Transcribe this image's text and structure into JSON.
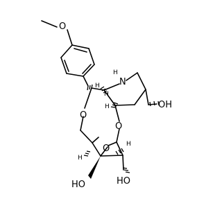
{
  "structure": {
    "atom_labels": {
      "methoxy_o": "O",
      "ring_o_left": "O",
      "ring_o_mid": "O",
      "ring_o_right": "O",
      "nitrogen": "N",
      "nh_h": "H",
      "oh_right": "OH",
      "oh_bottom_left": "HO",
      "oh_bottom_right": "HO"
    },
    "stereo_h_label": "H",
    "colors": {
      "bond": "#000000",
      "background": "#ffffff"
    }
  }
}
